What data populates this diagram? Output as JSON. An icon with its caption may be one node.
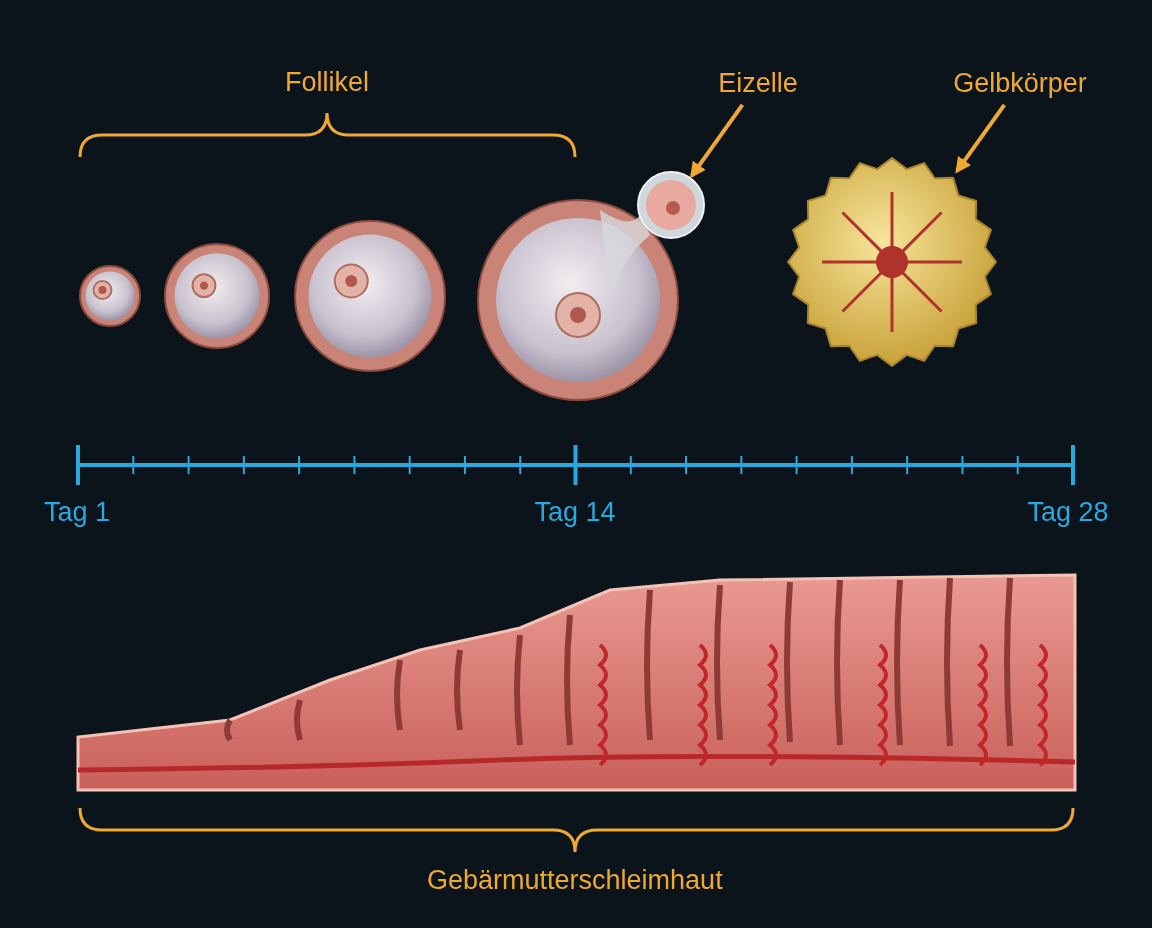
{
  "diagram": {
    "nodes": [
      {
        "text": [
          "Eizelle"
        ]
      },
      {
        "text": [],
        "shape": "picture"
      },
      {
        "text": [
          "Gelbkörper"
        ]
      },
      {
        "text": [],
        "shape": "picture"
      }
    ],
    "edges": [
      {
        "from": 0,
        "to": 1,
        "arrow": "to"
      },
      {
        "from": 2,
        "to": 3,
        "arrow": "to"
      }
    ],
    "labels": [
      "Follikel",
      "Tag 1",
      "Tag 14",
      "Tag 28",
      "Gebärmutterschleimhaut"
    ]
  }
}
